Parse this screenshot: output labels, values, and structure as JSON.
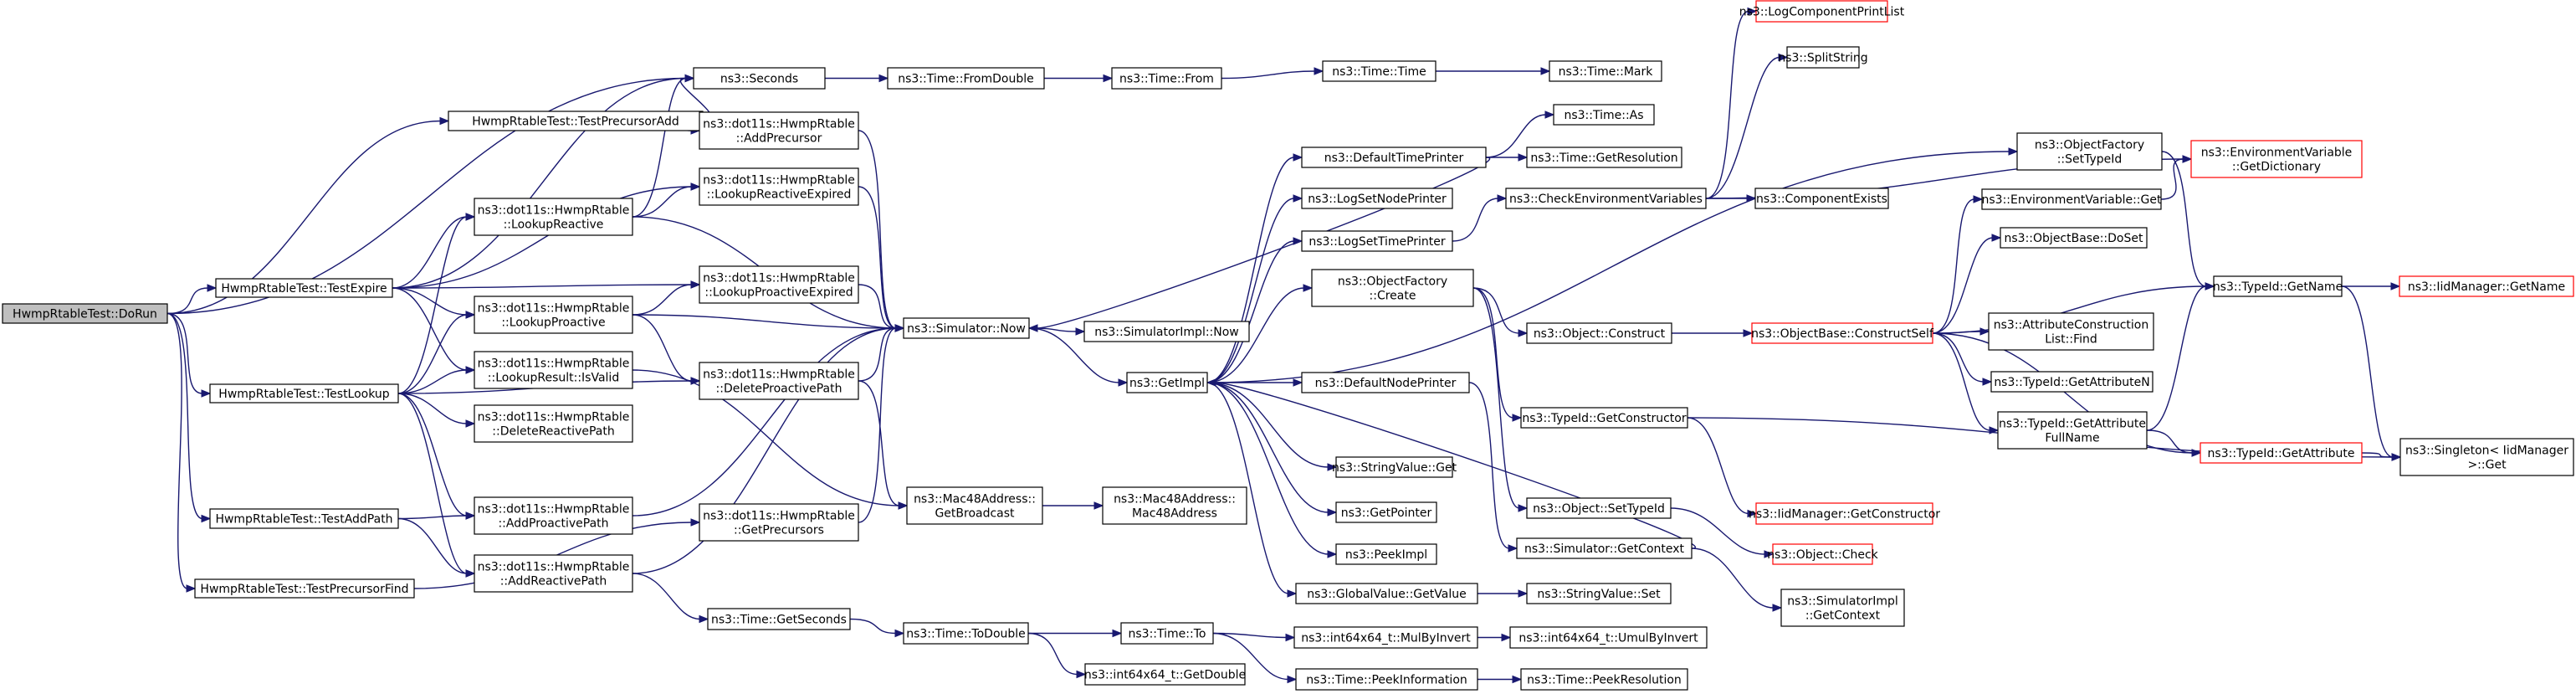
{
  "colors": {
    "edge": "#191970",
    "root_fill": "#bfbfbf",
    "missing_border": "#ff0000",
    "node_border": "#000000"
  },
  "nodes": {
    "doRun": {
      "lines": [
        "HwmpRtableTest::DoRun"
      ]
    },
    "testPrecAdd": {
      "lines": [
        "HwmpRtableTest::TestPrecursorAdd"
      ]
    },
    "testExpire": {
      "lines": [
        "HwmpRtableTest::TestExpire"
      ]
    },
    "testLookup": {
      "lines": [
        "HwmpRtableTest::TestLookup"
      ]
    },
    "testAddPath": {
      "lines": [
        "HwmpRtableTest::TestAddPath"
      ]
    },
    "testPrecFind": {
      "lines": [
        "HwmpRtableTest::TestPrecursorFind"
      ]
    },
    "seconds": {
      "lines": [
        "ns3::Seconds"
      ]
    },
    "addPrecursor": {
      "lines": [
        "ns3::dot11s::HwmpRtable",
        "::AddPrecursor"
      ]
    },
    "lookupReactive": {
      "lines": [
        "ns3::dot11s::HwmpRtable",
        "::LookupReactive"
      ]
    },
    "lookupReactiveExpired": {
      "lines": [
        "ns3::dot11s::HwmpRtable",
        "::LookupReactiveExpired"
      ]
    },
    "lookupProactive": {
      "lines": [
        "ns3::dot11s::HwmpRtable",
        "::LookupProactive"
      ]
    },
    "lookupProactiveExpired": {
      "lines": [
        "ns3::dot11s::HwmpRtable",
        "::LookupProactiveExpired"
      ]
    },
    "isValid": {
      "lines": [
        "ns3::dot11s::HwmpRtable",
        "::LookupResult::IsValid"
      ]
    },
    "deleteReactive": {
      "lines": [
        "ns3::dot11s::HwmpRtable",
        "::DeleteReactivePath"
      ]
    },
    "deleteProactive": {
      "lines": [
        "ns3::dot11s::HwmpRtable",
        "::DeleteProactivePath"
      ]
    },
    "addProactive": {
      "lines": [
        "ns3::dot11s::HwmpRtable",
        "::AddProactivePath"
      ]
    },
    "addReactive": {
      "lines": [
        "ns3::dot11s::HwmpRtable",
        "::AddReactivePath"
      ]
    },
    "getPrecursors": {
      "lines": [
        "ns3::dot11s::HwmpRtable",
        "::GetPrecursors"
      ]
    },
    "timeFromDouble": {
      "lines": [
        "ns3::Time::FromDouble"
      ]
    },
    "simNow": {
      "lines": [
        "ns3::Simulator::Now"
      ]
    },
    "mac48Broadcast": {
      "lines": [
        "ns3::Mac48Address::",
        "GetBroadcast"
      ]
    },
    "timeGetSeconds": {
      "lines": [
        "ns3::Time::GetSeconds"
      ]
    },
    "timeFrom": {
      "lines": [
        "ns3::Time::From"
      ]
    },
    "simImplNow": {
      "lines": [
        "ns3::SimulatorImpl::Now"
      ]
    },
    "getImpl": {
      "lines": [
        "ns3::GetImpl"
      ]
    },
    "mac48Ctor": {
      "lines": [
        "ns3::Mac48Address::",
        "Mac48Address"
      ]
    },
    "timeToDouble": {
      "lines": [
        "ns3::Time::ToDouble"
      ]
    },
    "int64GetDouble": {
      "lines": [
        "ns3::int64x64_t::GetDouble"
      ]
    },
    "timeTime": {
      "lines": [
        "ns3::Time::Time"
      ]
    },
    "timeTo": {
      "lines": [
        "ns3::Time::To"
      ]
    },
    "timeMark": {
      "lines": [
        "ns3::Time::Mark"
      ]
    },
    "defaultTimePrinter": {
      "lines": [
        "ns3::DefaultTimePrinter"
      ]
    },
    "logSetNodePrinter": {
      "lines": [
        "ns3::LogSetNodePrinter"
      ]
    },
    "logSetTimePrinter": {
      "lines": [
        "ns3::LogSetTimePrinter"
      ]
    },
    "objFactoryCreate": {
      "lines": [
        "ns3::ObjectFactory",
        "::Create"
      ]
    },
    "defaultNodePrinter": {
      "lines": [
        "ns3::DefaultNodePrinter"
      ]
    },
    "stringValueGet": {
      "lines": [
        "ns3::StringValue::Get"
      ]
    },
    "getPointer": {
      "lines": [
        "ns3::GetPointer"
      ]
    },
    "peekImpl": {
      "lines": [
        "ns3::PeekImpl"
      ]
    },
    "globalValueGetValue": {
      "lines": [
        "ns3::GlobalValue::GetValue"
      ]
    },
    "mulByInvert": {
      "lines": [
        "ns3::int64x64_t::MulByInvert"
      ]
    },
    "peekInformation": {
      "lines": [
        "ns3::Time::PeekInformation"
      ]
    },
    "timeAs": {
      "lines": [
        "ns3::Time::As"
      ]
    },
    "timeGetResolution": {
      "lines": [
        "ns3::Time::GetResolution"
      ]
    },
    "checkEnvVars": {
      "lines": [
        "ns3::CheckEnvironmentVariables"
      ]
    },
    "objectConstruct": {
      "lines": [
        "ns3::Object::Construct"
      ]
    },
    "typeIdGetConstructor": {
      "lines": [
        "ns3::TypeId::GetConstructor"
      ]
    },
    "objectSetTypeId": {
      "lines": [
        "ns3::Object::SetTypeId"
      ]
    },
    "simGetContext": {
      "lines": [
        "ns3::Simulator::GetContext"
      ]
    },
    "stringValueSet": {
      "lines": [
        "ns3::StringValue::Set"
      ]
    },
    "umulByInvert": {
      "lines": [
        "ns3::int64x64_t::UmulByInvert"
      ]
    },
    "peekResolution": {
      "lines": [
        "ns3::Time::PeekResolution"
      ]
    },
    "logComponentPrintList": {
      "lines": [
        "ns3::LogComponentPrintList"
      ]
    },
    "splitString": {
      "lines": [
        "ns3::SplitString"
      ]
    },
    "componentExists": {
      "lines": [
        "ns3::ComponentExists"
      ]
    },
    "objBaseConstructSelf": {
      "lines": [
        "ns3::ObjectBase::ConstructSelf"
      ]
    },
    "iidGetConstructor": {
      "lines": [
        "ns3::IidManager::GetConstructor"
      ]
    },
    "objectCheck": {
      "lines": [
        "ns3::Object::Check"
      ]
    },
    "simImplGetContext": {
      "lines": [
        "ns3::SimulatorImpl",
        "::GetContext"
      ]
    },
    "objFactorySetTypeId": {
      "lines": [
        "ns3::ObjectFactory",
        "::SetTypeId"
      ]
    },
    "envVarGet": {
      "lines": [
        "ns3::EnvironmentVariable::Get"
      ]
    },
    "objBaseDoSet": {
      "lines": [
        "ns3::ObjectBase::DoSet"
      ]
    },
    "attrConstructionFind": {
      "lines": [
        "ns3::AttributeConstruction",
        "List::Find"
      ]
    },
    "typeIdGetAttributeN": {
      "lines": [
        "ns3::TypeId::GetAttributeN"
      ]
    },
    "typeIdGetAttrFullName": {
      "lines": [
        "ns3::TypeId::GetAttribute",
        "FullName"
      ]
    },
    "envVarGetDictionary": {
      "lines": [
        "ns3::EnvironmentVariable",
        "::GetDictionary"
      ]
    },
    "typeIdGetName": {
      "lines": [
        "ns3::TypeId::GetName"
      ]
    },
    "typeIdGetAttribute": {
      "lines": [
        "ns3::TypeId::GetAttribute"
      ]
    },
    "iidGetName": {
      "lines": [
        "ns3::IidManager::GetName"
      ]
    },
    "singletonGet": {
      "lines": [
        "ns3::Singleton< IidManager",
        " >::Get"
      ]
    }
  }
}
